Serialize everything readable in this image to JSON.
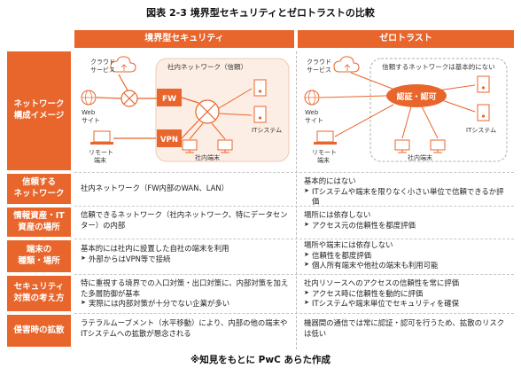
{
  "title": "図表 2-3 境界型セキュリティとゼロトラストの比較",
  "footnote": "※知見をもとに PwC あらた作成",
  "headers": {
    "perimeter": "境界型セキュリティ",
    "zerotrust": "ゼロトラスト"
  },
  "rows": {
    "network_image": {
      "label_line1": "ネットワーク",
      "label_line2": "構成イメージ"
    },
    "trusted": {
      "label_line1": "信頼する",
      "label_line2": "ネットワーク",
      "perimeter": "社内ネットワーク（FW内部のWAN、LAN）",
      "zt_text": "基本的にはない",
      "zt_bullets": [
        "ITシステムや端末を限りなく小さい単位で信頼できるか評価"
      ]
    },
    "location": {
      "label_line1": "情報資産・IT",
      "label_line2": "資産の場所",
      "perimeter": "信頼できるネットワーク（社内ネットワーク、特にデータセンター）の内部",
      "zt_text": "場所には依存しない",
      "zt_bullets": [
        "アクセス元の信頼性を都度評価"
      ]
    },
    "device": {
      "label_line1": "端末の",
      "label_line2": "種類・場所",
      "perimeter_text": "基本的には社内に設置した自社の端末を利用",
      "perimeter_bullets": [
        "外部からはVPN等で接続"
      ],
      "zt_text": "場所や端末には依存しない",
      "zt_bullets": [
        "信頼性を都度評価",
        "個人所有端末や他社の端末も利用可能"
      ]
    },
    "approach": {
      "label_line1": "セキュリティ",
      "label_line2": "対策の考え方",
      "perimeter_text": "特に重視する境界での入口対策・出口対策に、内部対策を加えた多層防御が基本",
      "perimeter_bullets": [
        "実際には内部対策が十分でない企業が多い"
      ],
      "zt_text": "社内リソースへのアクセスの信頼性を常に評価",
      "zt_bullets": [
        "アクセス時に信頼性を動的に評価",
        "ITシステムや端末単位でセキュリティを確保"
      ]
    },
    "breach": {
      "label_line1": "侵害時の拡散",
      "perimeter": "ラテラルムーブメント（水平移動）により、内部の他の端末やITシステムへの拡散が懸念される",
      "zt_text": "機器間の通信では常に認証・認可を行うため、拡散のリスクは低い"
    }
  },
  "diagram": {
    "cloud_label_line1": "クラウド",
    "cloud_label_line2": "サービス",
    "web_label_line1": "Web",
    "web_label_line2": "サイト",
    "remote_label_line1": "リモート",
    "remote_label_line2": "端末",
    "perimeter_net_label": "社内ネットワーク（信頼）",
    "fw_label": "FW",
    "vpn_label": "VPN",
    "it_system_label": "ITシステム",
    "internal_terminal_label": "社内端末",
    "zt_net_label": "信頼するネットワークは基本的にない",
    "auth_label": "認証・認可",
    "accent_color": "#e8652b",
    "light_fill": "#fdeee5"
  }
}
